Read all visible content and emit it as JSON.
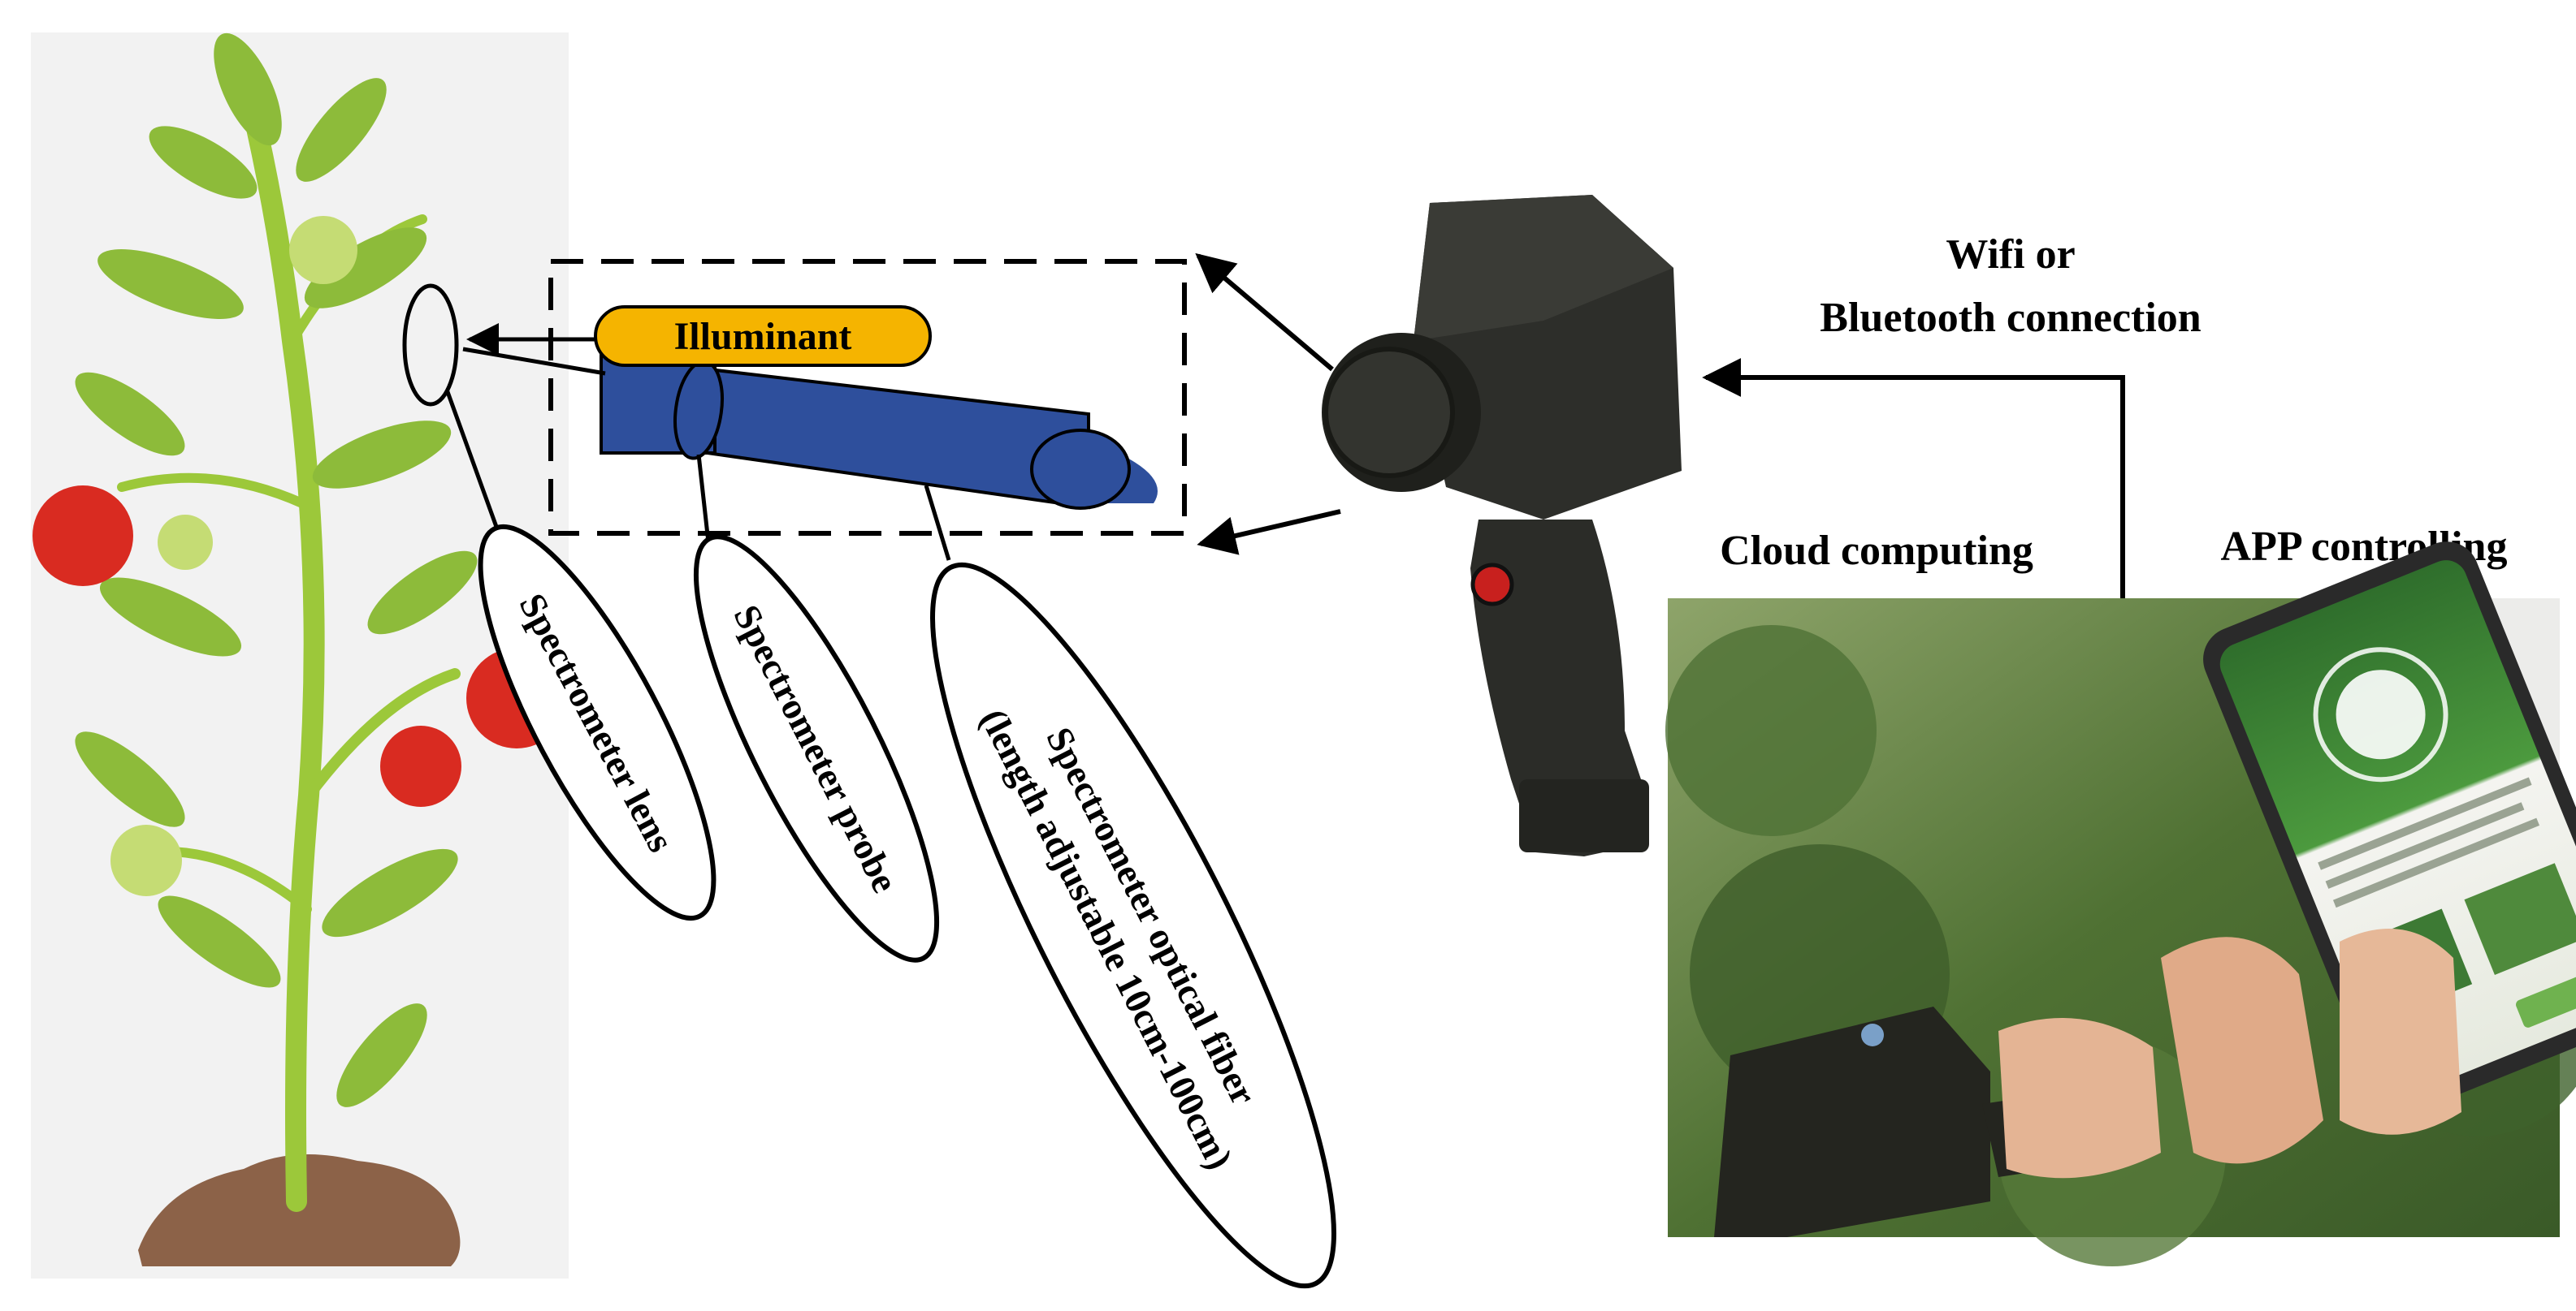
{
  "labels": {
    "illuminant": "Illuminant",
    "lens": "Spectrometer lens",
    "probe": "Spectrometer probe",
    "fiber_line1": "Spectrometer optical fiber",
    "fiber_line2": "(length adjustable 10cm-100cm)",
    "connection_line1": "Wifi or",
    "connection_line2": "Bluetooth connection",
    "cloud": "Cloud computing",
    "app": "APP controlling"
  },
  "colors": {
    "illuminant_fill": "#f5b400",
    "probe_fill": "#2e4f9c",
    "stem": "#9cc83a",
    "leaf": "#8dbb3a",
    "tomato_red": "#d92b21",
    "tomato_green": "#c5dc74",
    "soil": "#8c6248",
    "device_body": "#2b2c28",
    "photo_bg": "#5b7a3c",
    "app_screen": "#3e8b3a"
  },
  "icons": {
    "device": "handheld-spectrometer-icon",
    "plant": "tomato-plant-icon",
    "phone": "smartphone-icon"
  }
}
